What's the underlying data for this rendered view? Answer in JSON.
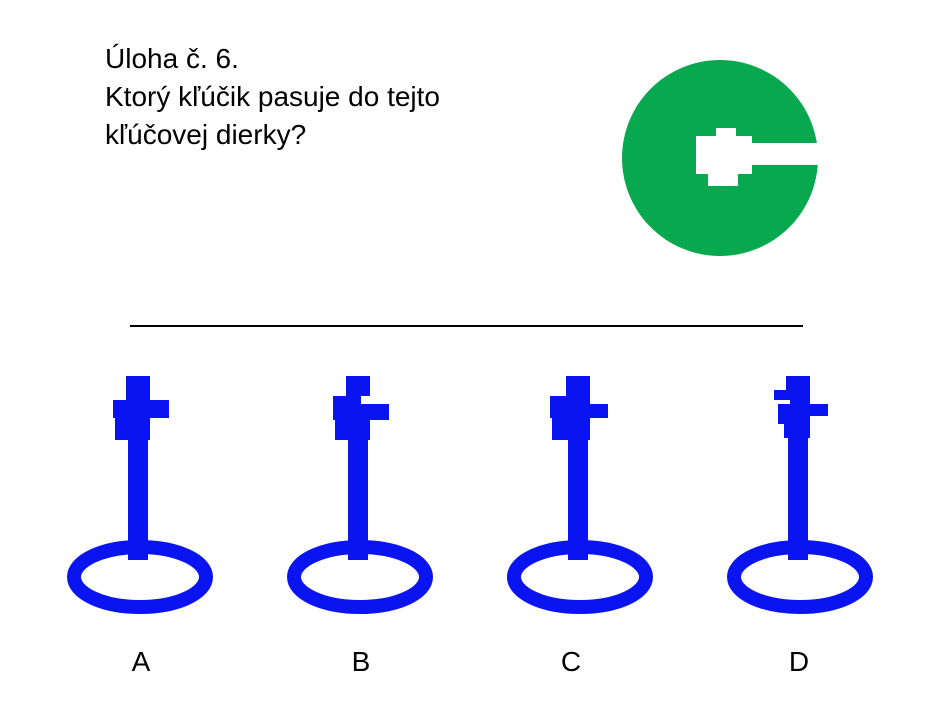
{
  "task": {
    "line1": "Úloha č. 6.",
    "line2": "Ktorý kľúčik pasuje do tejto",
    "line3": "kľúčovej dierky?"
  },
  "colors": {
    "keyhole_fill": "#08A84E",
    "key_fill": "#0A14F0"
  },
  "icons": {
    "keyhole": "keyhole-icon",
    "key": "key-icon"
  },
  "options": [
    {
      "label": "A"
    },
    {
      "label": "B"
    },
    {
      "label": "C"
    },
    {
      "label": "D"
    }
  ]
}
